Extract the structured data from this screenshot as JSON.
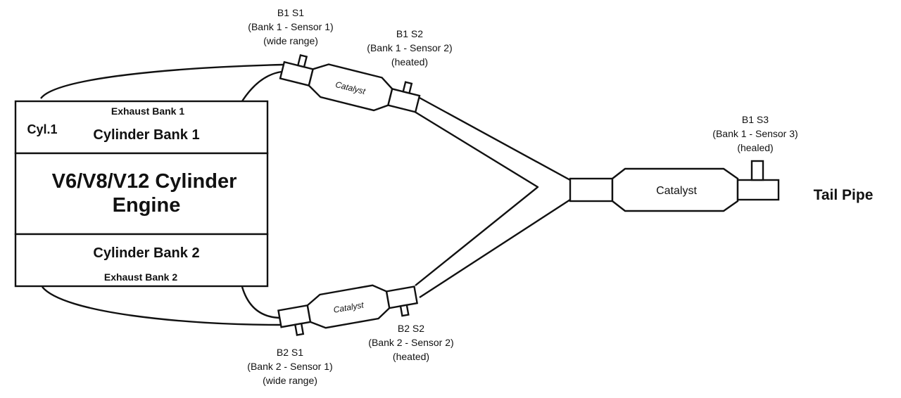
{
  "engine": {
    "title_line1": "V6/V8/V12 Cylinder",
    "title_line2": "Engine",
    "bank1_label": "Cylinder Bank 1",
    "bank2_label": "Cylinder Bank 2",
    "exhaust1_label": "Exhaust Bank 1",
    "exhaust2_label": "Exhaust Bank 2",
    "cyl1_label": "Cyl.1"
  },
  "catalysts": {
    "upper": "Catalyst",
    "lower": "Catalyst",
    "main": "Catalyst"
  },
  "tailpipe": "Tail Pipe",
  "sensors": {
    "b1s1": {
      "name": "B1 S1",
      "desc": "(Bank 1 - Sensor 1)",
      "type": "(wide range)"
    },
    "b1s2": {
      "name": "B1 S2",
      "desc": "(Bank 1 - Sensor 2)",
      "type": "(heated)"
    },
    "b1s3": {
      "name": "B1 S3",
      "desc": "(Bank 1 - Sensor 3)",
      "type": "(healed)"
    },
    "b2s1": {
      "name": "B2 S1",
      "desc": "(Bank 2 - Sensor 1)",
      "type": "(wide range)"
    },
    "b2s2": {
      "name": "B2 S2",
      "desc": "(Bank 2 - Sensor 2)",
      "type": "(heated)"
    }
  }
}
